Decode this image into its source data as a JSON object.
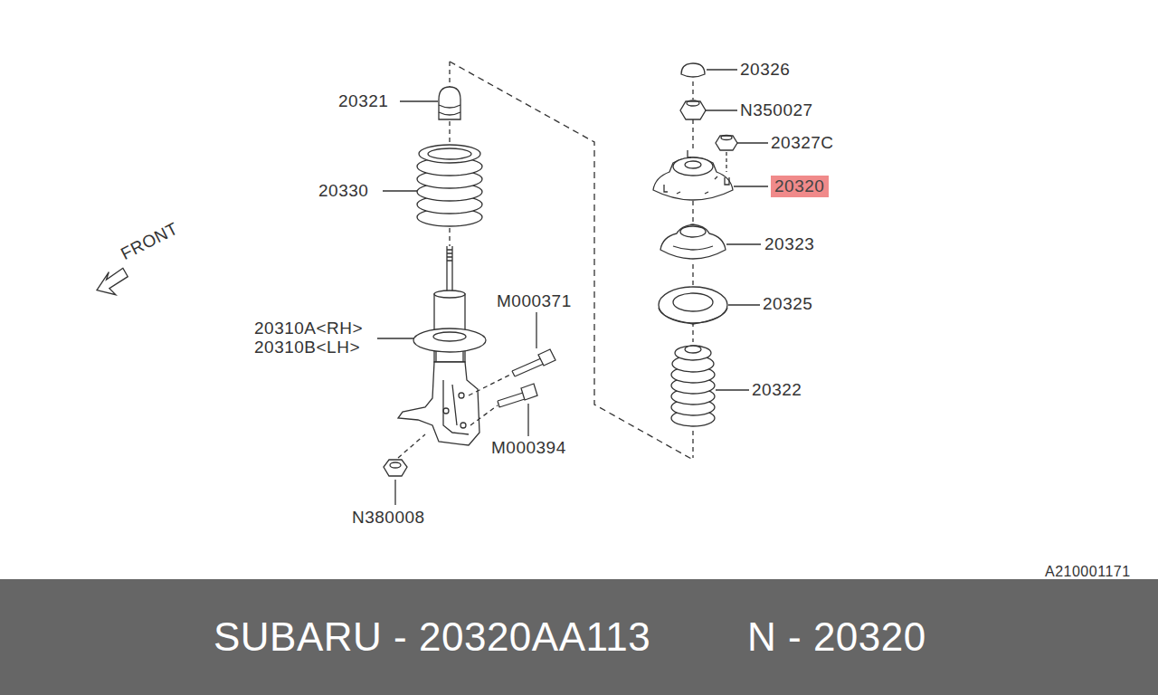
{
  "diagram": {
    "nodes": [
      {
        "text": [
          "20320"
        ]
      },
      {
        "text": [
          "SUBARU - 20320AA113",
          "N - 20320"
        ]
      }
    ],
    "labels": [
      "20321",
      "20330",
      "FRONT",
      "20310A<RH>",
      "20310B<LH>",
      "M000371",
      "M000394",
      "N380008",
      "20326",
      "N350027",
      "20327C",
      "20323",
      "20325",
      "20322",
      "A210001171"
    ]
  }
}
